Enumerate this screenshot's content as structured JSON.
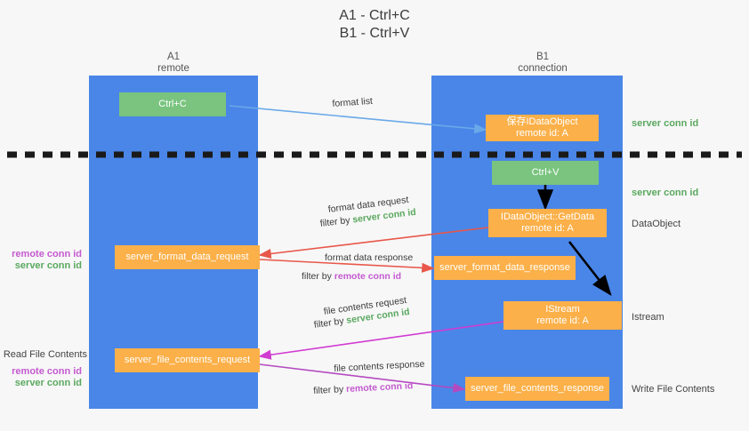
{
  "title": {
    "line1": "A1 - Ctrl+C",
    "line2": "B1 - Ctrl+V"
  },
  "columns": [
    {
      "name": "A1",
      "sub": "remote"
    },
    {
      "name": "B1",
      "sub": "connection"
    }
  ],
  "boxes": {
    "ctrl_c": {
      "line1": "Ctrl+C",
      "line2": ""
    },
    "ctrl_v": {
      "line1": "Ctrl+V",
      "line2": ""
    },
    "idataobject": {
      "line1": "保存IDataObject",
      "line2": "remote id: A"
    },
    "getdata": {
      "line1": "IDataObject::GetData",
      "line2": "remote id: A"
    },
    "istream": {
      "line1": "IStream",
      "line2": "remote id: A"
    },
    "server_format_data_request": {
      "line1": "server_format_data_request",
      "line2": ""
    },
    "server_format_data_response": {
      "line1": "server_format_data_response",
      "line2": ""
    },
    "server_file_contents_request": {
      "line1": "server_file_contents_request",
      "line2": ""
    },
    "server_file_contents_response": {
      "line1": "server_file_contents_response",
      "line2": ""
    }
  },
  "captions": {
    "format_list": "format list",
    "format_data_request": "format data request",
    "format_data_request_filter_prefix": "filter by ",
    "format_data_request_filter_value": "server conn id",
    "format_data_response": "format data response",
    "format_data_response_filter_prefix": "filter by ",
    "format_data_response_filter_value": "remote conn id",
    "file_contents_request": "file contents request",
    "file_contents_request_filter_prefix": "filter by ",
    "file_contents_request_filter_value": "server conn id",
    "file_contents_response": "file contents response",
    "file_contents_response_filter_prefix": "filter by ",
    "file_contents_response_filter_value": "remote conn id"
  },
  "right_labels": {
    "server_conn_id_top": "server conn id",
    "server_conn_id_mid": "server conn id",
    "dataobject": "DataObject",
    "istream": "Istream",
    "write_file_contents": "Write File Contents"
  },
  "left_labels": {
    "format_remote": "remote conn id",
    "format_server": "server conn id",
    "read_file_contents": "Read File Contents",
    "file_remote": "remote conn id",
    "file_server": "server conn id"
  },
  "colors": {
    "lane": "#4a86e8",
    "green_box": "#7ac47f",
    "orange_box": "#fbb049",
    "server_conn": "#5aa85f",
    "remote_conn": "#c45ad0",
    "arrow_blue": "#6aa9e9",
    "arrow_red": "#e8574a",
    "arrow_magenta": "#d13bd1",
    "arrow_purple": "#9b59b6",
    "arrow_black": "#000000",
    "divider": "#1a1a1a",
    "background": "#f7f7f7"
  }
}
